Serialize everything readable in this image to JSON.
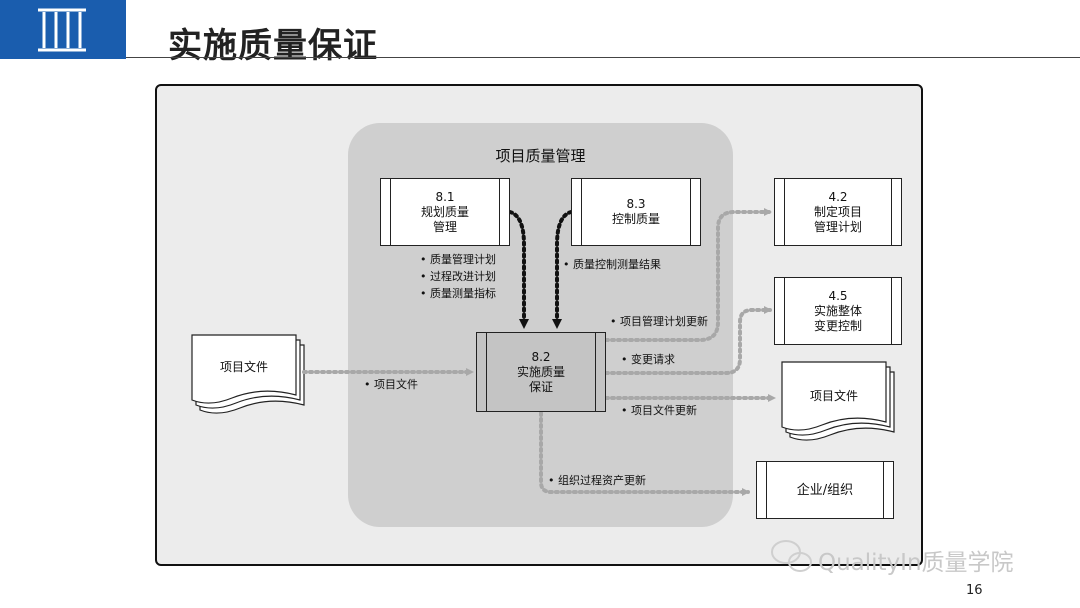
{
  "slide": {
    "title": "实施质量保证",
    "page_number": "16",
    "watermark": "QualityIn质量学院"
  },
  "diagram": {
    "group_title": "项目质量管理",
    "processes": {
      "p81": {
        "number": "8.1",
        "line1": "规划质量",
        "line2": "管理"
      },
      "p83": {
        "number": "8.3",
        "line1": "控制质量",
        "line2": ""
      },
      "p82": {
        "number": "8.2",
        "line1": "实施质量",
        "line2": "保证"
      },
      "p42": {
        "number": "4.2",
        "line1": "制定项目",
        "line2": "管理计划"
      },
      "p45": {
        "number": "4.5",
        "line1": "实施整体",
        "line2": "变更控制"
      },
      "org": {
        "number": "",
        "line1": "企业/组织",
        "line2": ""
      }
    },
    "documents": {
      "input_doc": "项目文件",
      "output_doc": "项目文件"
    },
    "flows": {
      "from_81": [
        "质量管理计划",
        "过程改进计划",
        "质量测量指标"
      ],
      "from_83": [
        "质量控制测量结果"
      ],
      "input_docs": [
        "项目文件"
      ],
      "to_42": [
        "项目管理计划更新"
      ],
      "to_45": [
        "变更请求"
      ],
      "to_docs": [
        "项目文件更新"
      ],
      "to_org": [
        "组织过程资产更新"
      ]
    }
  }
}
